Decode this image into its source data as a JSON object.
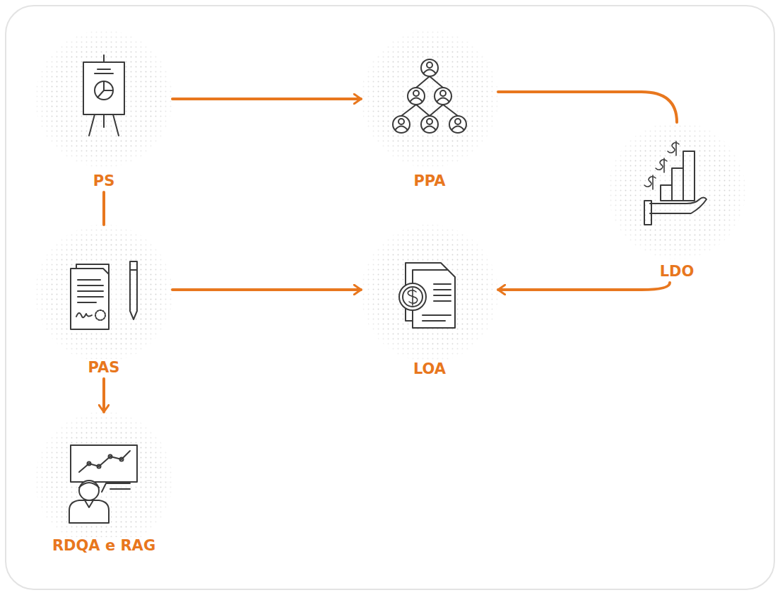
{
  "diagram": {
    "nodes": [
      {
        "text": [
          "PS"
        ]
      },
      {
        "text": [
          "PPA"
        ]
      },
      {
        "text": [
          "LDO"
        ]
      },
      {
        "text": [
          "PAS"
        ]
      },
      {
        "text": [
          "LOA"
        ]
      },
      {
        "text": [
          "RDQA e RAG"
        ]
      }
    ],
    "edges": [
      {
        "from": 0,
        "to": 1,
        "arrow": "to"
      },
      {
        "from": 1,
        "to": 2,
        "arrow": "none"
      },
      {
        "from": 2,
        "to": 4,
        "arrow": "to"
      },
      {
        "from": 0,
        "to": 3,
        "arrow": "none"
      },
      {
        "from": 3,
        "to": 4,
        "arrow": "to"
      },
      {
        "from": 3,
        "to": 5,
        "arrow": "to"
      }
    ]
  }
}
